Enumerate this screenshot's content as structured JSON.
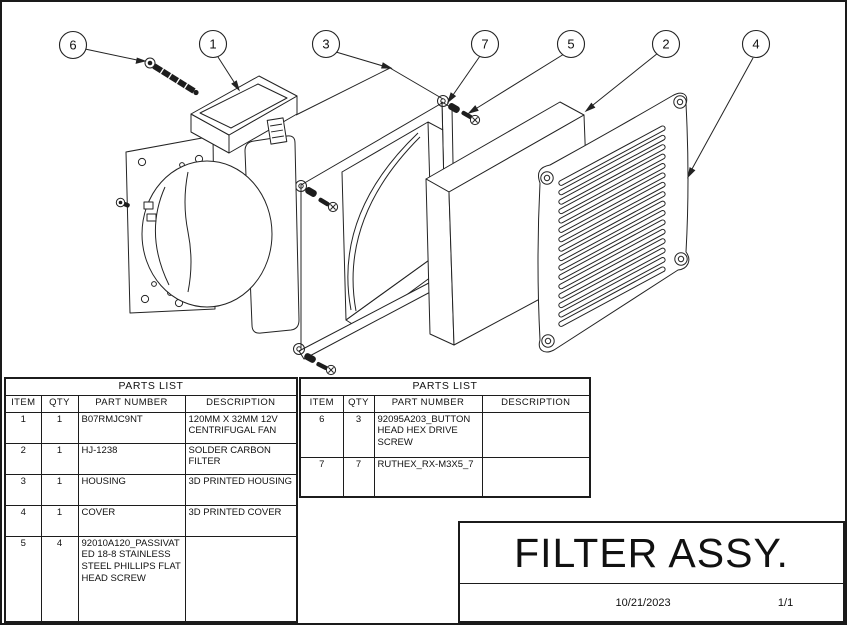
{
  "drawing": {
    "balloons": [
      {
        "label": "6"
      },
      {
        "label": "1"
      },
      {
        "label": "3"
      },
      {
        "label": "7"
      },
      {
        "label": "5"
      },
      {
        "label": "2"
      },
      {
        "label": "4"
      }
    ]
  },
  "parts_list_left": {
    "title": "PARTS LIST",
    "headers": [
      "ITEM",
      "QTY",
      "PART NUMBER",
      "DESCRIPTION"
    ],
    "rows": [
      [
        "1",
        "1",
        "B07RMJC9NT",
        "120MM X 32MM 12V CENTRIFUGAL FAN"
      ],
      [
        "2",
        "1",
        "HJ-1238",
        "SOLDER CARBON FILTER"
      ],
      [
        "3",
        "1",
        "HOUSING",
        "3D PRINTED HOUSING"
      ],
      [
        "4",
        "1",
        "COVER",
        "3D PRINTED COVER"
      ],
      [
        "5",
        "4",
        "92010A120_PASSIVATED 18-8 STAINLESS STEEL PHILLIPS FLAT HEAD SCREW",
        ""
      ]
    ]
  },
  "parts_list_right": {
    "title": "PARTS LIST",
    "headers": [
      "ITEM",
      "QTY",
      "PART NUMBER",
      "DESCRIPTION"
    ],
    "rows": [
      [
        "6",
        "3",
        "92095A203_BUTTON HEAD HEX DRIVE SCREW",
        ""
      ],
      [
        "7",
        "7",
        "RUTHEX_RX-M3X5_7",
        ""
      ]
    ]
  },
  "title_block": {
    "title": "FILTER ASSY.",
    "date": "10/21/2023",
    "sheet": "1/1"
  }
}
